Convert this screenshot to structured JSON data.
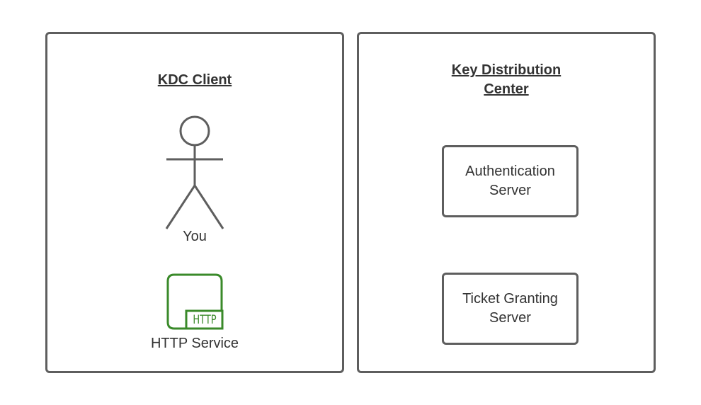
{
  "colors": {
    "stroke": "#5e5e5e",
    "http_green": "#3a8a2a"
  },
  "kdc_client": {
    "title": "KDC Client",
    "user": {
      "icon": "stick-figure-icon",
      "label": "You"
    },
    "service": {
      "icon": "http-service-icon",
      "badge": "HTTP",
      "label": "HTTP Service"
    }
  },
  "kdc": {
    "title": "Key Distribution Center",
    "servers": [
      {
        "label": "Authentication Server"
      },
      {
        "label": "Ticket Granting Server"
      }
    ]
  }
}
